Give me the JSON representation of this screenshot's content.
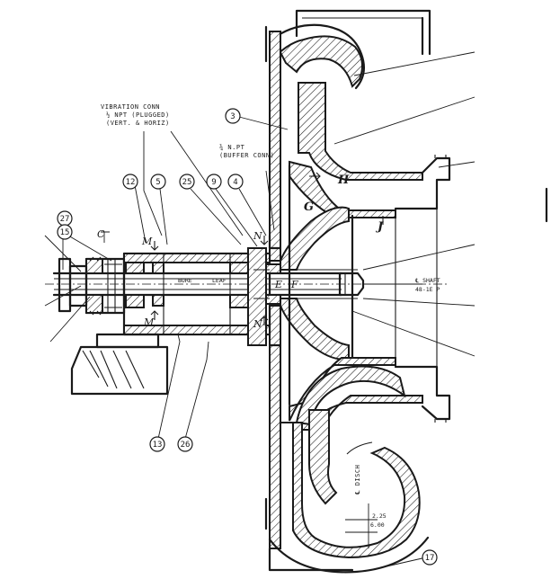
{
  "notes": {
    "vibration_line1": "VIBRATION CONN",
    "vibration_line2": "½ NPT (PLUGGED)",
    "vibration_line3": "(VERT. & HORIZ)",
    "buffer_line1": "¾ N.PT",
    "buffer_line2": "(BUFFER CONN)",
    "disch": "℄ DISCH",
    "dim_top": "2.25",
    "dim_bottom": "6.00",
    "axis_line1": "℄ SHAFT",
    "axis_line2": "48-1E P",
    "bore_left": "BORE",
    "bore_right": "LEAF"
  },
  "balloons": {
    "b3": "3",
    "b12": "12",
    "b5": "5",
    "b25": "25",
    "b9": "9",
    "b4": "4",
    "b27": "27",
    "b15": "15",
    "b13": "13",
    "b26": "26",
    "b17": "17"
  },
  "letters": {
    "H": "H",
    "G": "G",
    "J": "J",
    "C": "C",
    "M_top": "M",
    "N_top": "N",
    "M_bottom": "M",
    "N_bottom": "N",
    "E": "E",
    "F": "F"
  }
}
